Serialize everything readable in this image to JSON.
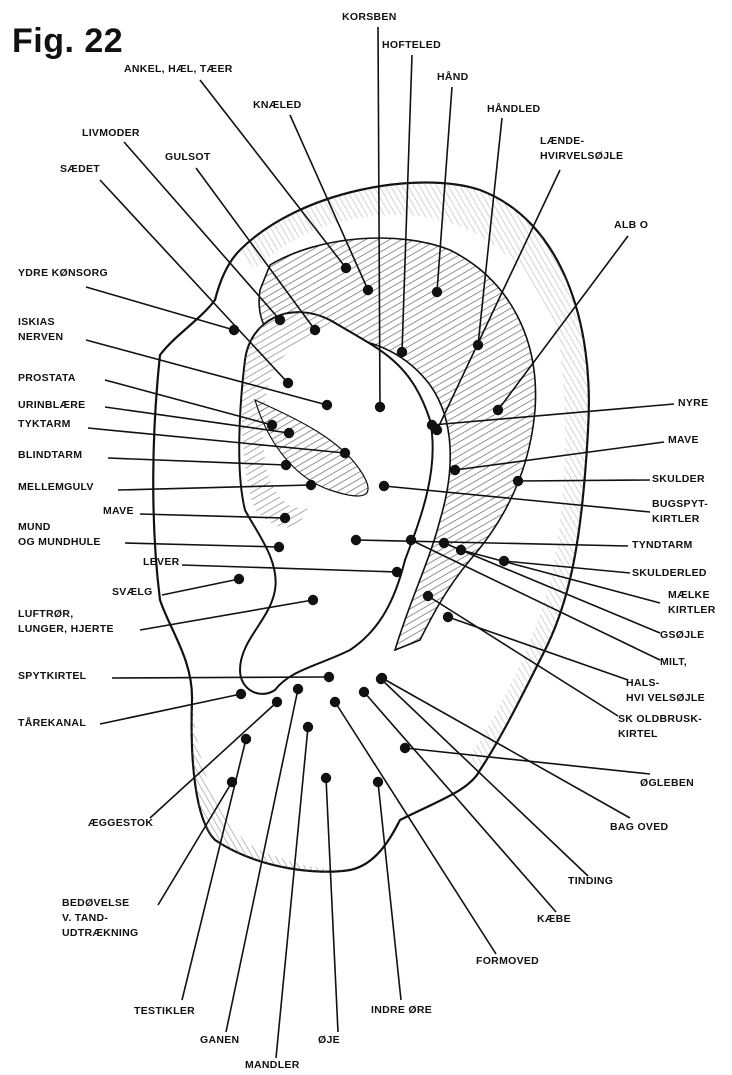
{
  "figure": {
    "title": "Fig. 22",
    "labels": {
      "korsben": "KORSBEN",
      "hofteled": "HOFTELED",
      "hand": "HÅND",
      "handled": "HÅNDLED",
      "laende_hvirvelsojle_1": "LÆNDE-",
      "laende_hvirvelsojle_2": "HVIRVELSØJLE",
      "albue": "ALB     O",
      "ankel": "ANKEL, HÆL, TÆER",
      "knaeled": "KNÆLED",
      "livmoder": "LIVMODER",
      "gulsot": "GULSOT",
      "saedet": "SÆDET",
      "ydre_konsorg": "YDRE KØNSORG",
      "iskias_1": "ISKIAS",
      "iskias_2": "NERVEN",
      "prostata": "PROSTATA",
      "urinblaere": "URINBLÆRE",
      "tyktarm": "TYKTARM",
      "blindtarm": "BLINDTARM",
      "mellemgulv": "MELLEMGULV",
      "mave_left": "MAVE",
      "mund_1": "MUND",
      "mund_2": "OG MUNDHULE",
      "lever": "LEVER",
      "svaelg": "SVÆLG",
      "luftror_1": "LUFTRØR,",
      "luftror_2": "LUNGER, HJERTE",
      "spytkirtel": "SPYTKIRTEL",
      "taarekanal": "TÅREKANAL",
      "aeggestok": "ÆGGESTOK",
      "bedovelse_1": "BEDØVELSE",
      "bedovelse_2": "V. TAND-",
      "bedovelse_3": "UDTRÆKNING",
      "testikler": "TESTIKLER",
      "ganen": "GANEN",
      "mandler": "MANDLER",
      "oje": "ØJE",
      "indre_ore": "INDRE ØRE",
      "formoved": "FORMOVED",
      "kaebe": "KÆBE",
      "tinding": "TINDING",
      "baghoved": "BAG   OVED",
      "kraveben": "   ØGLEBEN",
      "skjoldbrusk_1": "SK  OLDBRUSK-",
      "skjoldbrusk_2": "KIRTEL",
      "hals_1": "HALS-",
      "hals_2": "HVI  VELSØJLE",
      "milt": "MILT,",
      "rygsojle": "   GSØJLE",
      "maelke_1": "MÆLKE",
      "maelke_2": "KIRTLER",
      "skulderled": "SKULDERLED",
      "tyndtarm": "TYNDTARM",
      "bugspyt_1": "BUGSPYT-",
      "bugspyt_2": "KIRTLER",
      "skulder": "SKULDER",
      "mave_right": "MAVE",
      "nyre": "NYRE"
    }
  }
}
